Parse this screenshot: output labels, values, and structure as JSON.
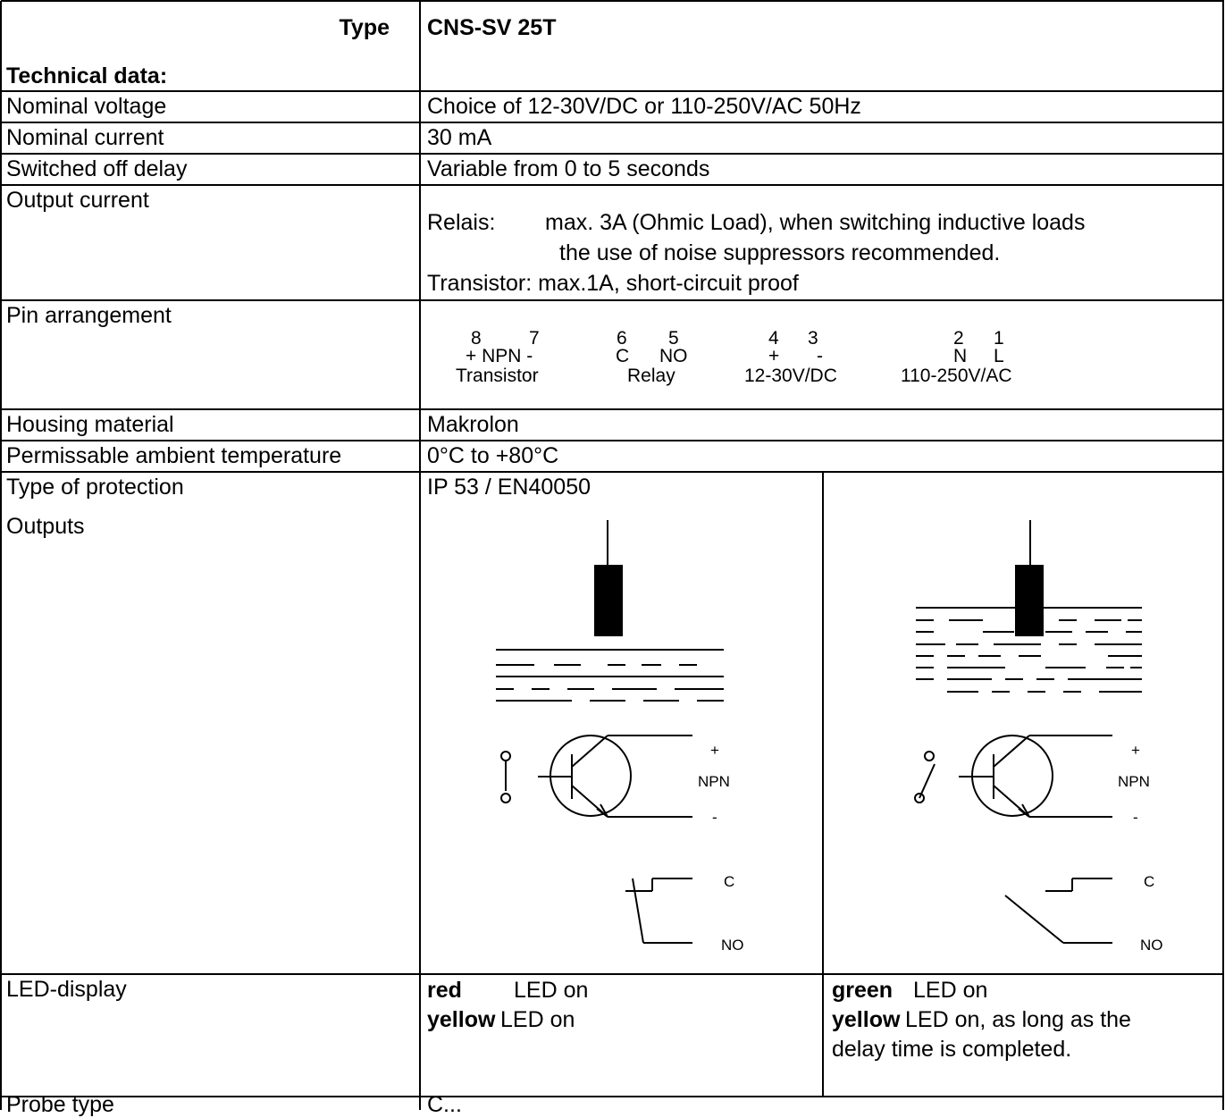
{
  "header": {
    "type_label": "Type",
    "type_value": "CNS-SV 25T",
    "section_title": "Technical data:"
  },
  "rows": [
    {
      "label": "Nominal voltage",
      "value": "Choice of 12-30V/DC or 110-250V/AC 50Hz"
    },
    {
      "label": "Nominal current",
      "value": "30 mA"
    },
    {
      "label": "Switched off delay",
      "value": "Variable from 0 to 5 seconds"
    },
    {
      "label": "Output current",
      "relais_label": "Relais:",
      "relais_line1": "max. 3A (Ohmic Load), when switching inductive loads",
      "relais_line2": "the use of noise suppressors recommended.",
      "transistor_line": "Transistor: max.1A, short-circuit proof"
    },
    {
      "label": "Pin arrangement"
    },
    {
      "label": "Housing material",
      "value": "Makrolon"
    },
    {
      "label": "Permissable ambient temperature",
      "value": "0°C to +80°C"
    },
    {
      "label": "Type of protection",
      "value": "IP 53 / EN40050"
    },
    {
      "label": "Outputs"
    },
    {
      "label": "LED-display"
    },
    {
      "label": "Probe type",
      "value": "C..."
    }
  ],
  "pins": {
    "numbers": [
      "8",
      "7",
      "6",
      "5",
      "4",
      "3",
      "2",
      "1"
    ],
    "signals": [
      "+ NPN -",
      "C",
      "NO",
      "+",
      "-",
      "N",
      "L"
    ],
    "groups": [
      "Transistor",
      "Relay",
      "12-30V/DC",
      "110-250V/AC"
    ]
  },
  "outputs": {
    "plus": "+",
    "npn": "NPN",
    "minus": "-",
    "c": "C",
    "no": "NO"
  },
  "led": {
    "left": {
      "c1": "red",
      "t1": "LED on",
      "c2": "yellow",
      "t2": "LED on"
    },
    "right": {
      "c1": "green",
      "t1": "LED on",
      "c2": "yellow",
      "t2": "LED on, as long as the",
      "t3": "delay time is completed."
    }
  }
}
